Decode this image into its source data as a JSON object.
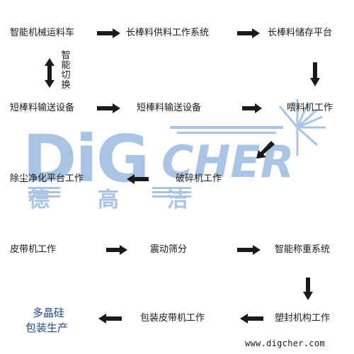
{
  "nodes": {
    "n1": "智能机械运料车",
    "n2": "长棒料供料工作系统",
    "n3": "长棒料储存平台",
    "switch_label": "智能切换",
    "n4": "短棒料输送设备",
    "n5": "短棒料输送设备",
    "n6": "喂料机工作",
    "n7": "除尘净化平台工作",
    "n8": "破碎机工作",
    "n9": "皮带机工作",
    "n10": "震动筛分",
    "n11": "智能称重系统",
    "n12": "包装皮带机工作",
    "n13": "塑封机构工作",
    "final_line1": "多晶硅",
    "final_line2": "包装生产"
  },
  "watermark": {
    "brand": "DiGCHER",
    "chinese": "德 高 洁",
    "url": "www.digcher.com",
    "color": "#a9c4e4"
  },
  "colors": {
    "arrow": "#1a1a1a",
    "final_text": "#1d4a9a"
  }
}
